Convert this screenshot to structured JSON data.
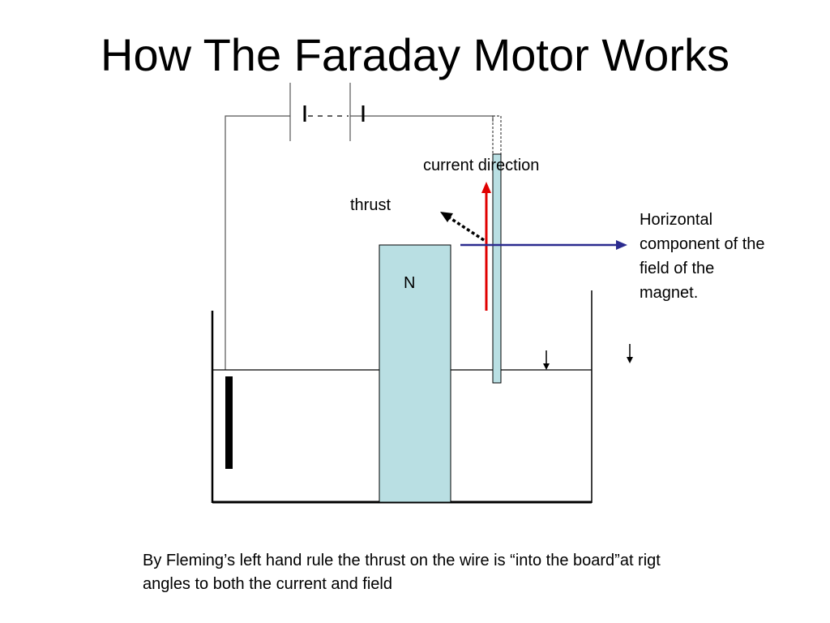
{
  "slide": {
    "title": "How The Faraday Motor Works",
    "caption": "By Fleming’s left hand rule the thrust on the wire is “into the board”at rigt angles to both the current and field"
  },
  "diagram": {
    "labels": {
      "current_direction": "current direction",
      "thrust": "thrust",
      "magnet_pole": "N",
      "field_component": "Horizontal component of the field of the magnet."
    },
    "colors": {
      "current_arrow": "#e00000",
      "field_arrow": "#2b2b8f",
      "magnet_fill": "#b9dfe3",
      "wire_fill": "#b9dfe3",
      "line": "#000000"
    }
  }
}
